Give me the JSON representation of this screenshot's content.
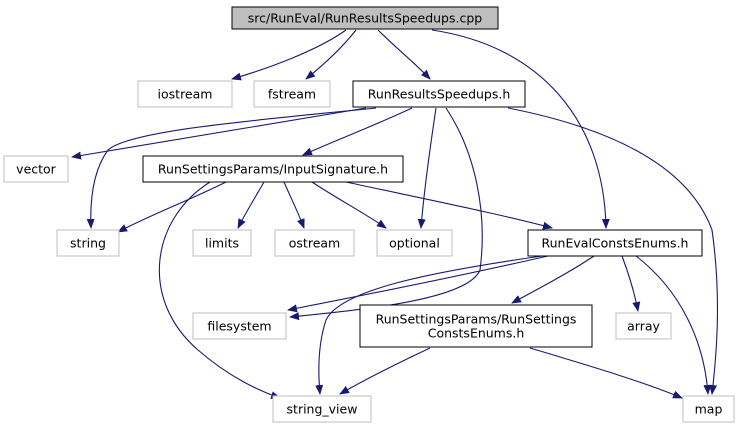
{
  "colors": {
    "edge": "#191970",
    "node_border_dark": "#000000",
    "node_border_light": "#bfbfbf",
    "root_fill": "#bfbfbf",
    "node_fill": "#ffffff",
    "label": "#000000"
  },
  "nodes": [
    {
      "id": "root",
      "lines": [
        "src/RunEval/RunResultsSpeedups.cpp"
      ],
      "kind": "root"
    },
    {
      "id": "iostream",
      "lines": [
        "iostream"
      ],
      "kind": "external"
    },
    {
      "id": "fstream",
      "lines": [
        "fstream"
      ],
      "kind": "external"
    },
    {
      "id": "runresults_h",
      "lines": [
        "RunResultsSpeedups.h"
      ],
      "kind": "project"
    },
    {
      "id": "vector",
      "lines": [
        "vector"
      ],
      "kind": "external"
    },
    {
      "id": "inputsig_h",
      "lines": [
        "RunSettingsParams/InputSignature.h"
      ],
      "kind": "project"
    },
    {
      "id": "string",
      "lines": [
        "string"
      ],
      "kind": "external"
    },
    {
      "id": "limits",
      "lines": [
        "limits"
      ],
      "kind": "external"
    },
    {
      "id": "ostream",
      "lines": [
        "ostream"
      ],
      "kind": "external"
    },
    {
      "id": "optional",
      "lines": [
        "optional"
      ],
      "kind": "external"
    },
    {
      "id": "evalconsts_h",
      "lines": [
        "RunEvalConstsEnums.h"
      ],
      "kind": "project"
    },
    {
      "id": "filesystem",
      "lines": [
        "filesystem"
      ],
      "kind": "external"
    },
    {
      "id": "settingsconsts_h",
      "lines": [
        "RunSettingsParams/RunSettings",
        "ConstsEnums.h"
      ],
      "kind": "project"
    },
    {
      "id": "array",
      "lines": [
        "array"
      ],
      "kind": "external"
    },
    {
      "id": "string_view",
      "lines": [
        "string_view"
      ],
      "kind": "external"
    },
    {
      "id": "map",
      "lines": [
        "map"
      ],
      "kind": "external"
    }
  ],
  "edges": [
    {
      "from": "root",
      "to": "iostream"
    },
    {
      "from": "root",
      "to": "fstream"
    },
    {
      "from": "root",
      "to": "runresults_h"
    },
    {
      "from": "root",
      "to": "evalconsts_h"
    },
    {
      "from": "runresults_h",
      "to": "vector"
    },
    {
      "from": "runresults_h",
      "to": "inputsig_h"
    },
    {
      "from": "runresults_h",
      "to": "string"
    },
    {
      "from": "runresults_h",
      "to": "optional"
    },
    {
      "from": "runresults_h",
      "to": "filesystem"
    },
    {
      "from": "runresults_h",
      "to": "map"
    },
    {
      "from": "inputsig_h",
      "to": "string"
    },
    {
      "from": "inputsig_h",
      "to": "limits"
    },
    {
      "from": "inputsig_h",
      "to": "ostream"
    },
    {
      "from": "inputsig_h",
      "to": "optional"
    },
    {
      "from": "inputsig_h",
      "to": "evalconsts_h"
    },
    {
      "from": "inputsig_h",
      "to": "string_view"
    },
    {
      "from": "evalconsts_h",
      "to": "filesystem"
    },
    {
      "from": "evalconsts_h",
      "to": "settingsconsts_h"
    },
    {
      "from": "evalconsts_h",
      "to": "array"
    },
    {
      "from": "evalconsts_h",
      "to": "string_view"
    },
    {
      "from": "evalconsts_h",
      "to": "map"
    },
    {
      "from": "settingsconsts_h",
      "to": "string_view"
    },
    {
      "from": "settingsconsts_h",
      "to": "map"
    }
  ]
}
